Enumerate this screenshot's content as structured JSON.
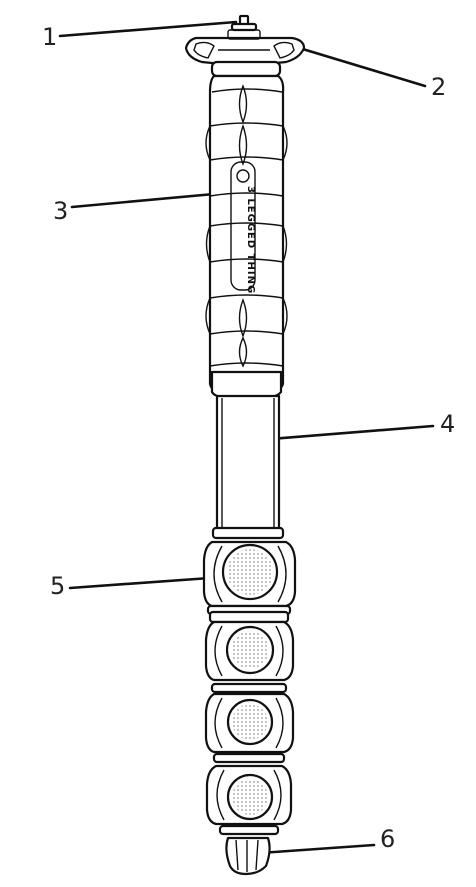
{
  "diagram": {
    "subject": "monopod",
    "callouts": [
      {
        "number": "1",
        "part": "mounting-screw"
      },
      {
        "number": "2",
        "part": "top-plate"
      },
      {
        "number": "3",
        "part": "foam-grip"
      },
      {
        "number": "4",
        "part": "upper-leg-section"
      },
      {
        "number": "5",
        "part": "twist-lock"
      },
      {
        "number": "6",
        "part": "rubber-foot"
      }
    ],
    "grip_logo_text": "3 LEGGED THING"
  },
  "colors": {
    "line": "#111111",
    "fill": "#ffffff",
    "texture": "#bdbdbd"
  }
}
